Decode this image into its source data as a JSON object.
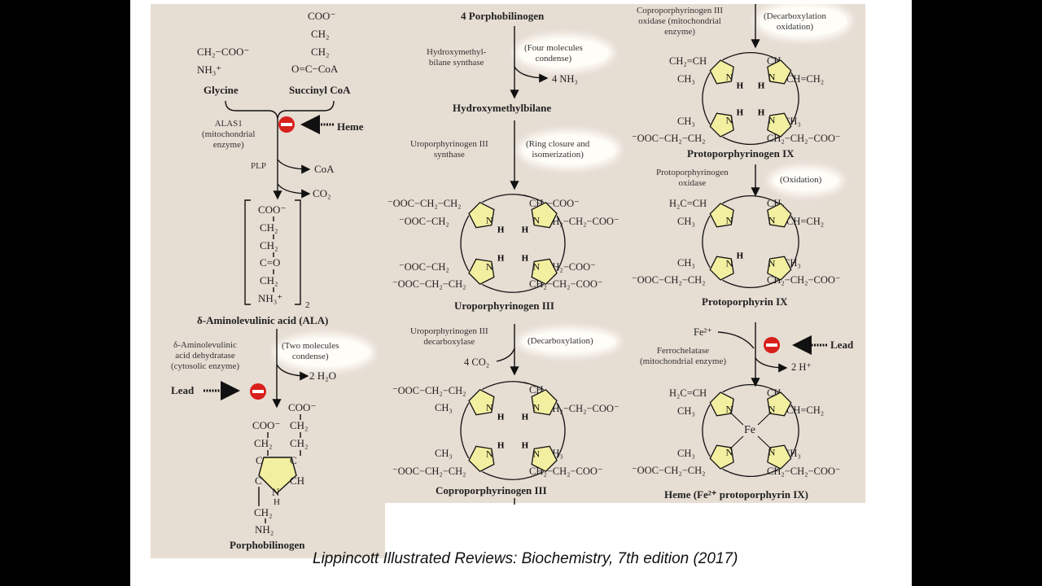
{
  "caption": "Lippincott Illustrated Reviews: Biochemistry, 7th edition (2017)",
  "col1": {
    "succ_coo": "COO⁻",
    "succ_ch2a": "CH₂",
    "succ_ch2b": "CH₂",
    "succ_coa": "O=C−CoA",
    "gly_top": "CH₂−COO⁻",
    "gly_nh3": "NH₃⁺",
    "glycine": "Glycine",
    "succinyl_coa": "Succinyl CoA",
    "alas": "ALAS1\n(mitochondrial\nenzyme)",
    "heme": "Heme",
    "plp": "PLP",
    "coa": "CoA",
    "co2": "CO₂",
    "ala_coo": "COO⁻",
    "ala_ch2a": "CH₂",
    "ala_ch2b": "CH₂",
    "ala_co": "C=O",
    "ala_ch2c": "CH₂",
    "ala_nh3": "NH₃⁺",
    "ala_sub": "2",
    "ala_name": "δ-Aminolevulinic acid (ALA)",
    "dehydratase": "δ-Aminolevulinic\nacid dehydratase\n(cytosolic enzyme)",
    "two_molecules": "(Two molecules\ncondense)",
    "h2o": "2 H₂O",
    "lead": "Lead",
    "pbg_coo_r": "COO⁻",
    "pbg_coo_l": "COO⁻",
    "pbg_ch2_l": "CH₂",
    "pbg_ch2_r1": "CH₂",
    "pbg_ch2_r2": "CH₂",
    "pbg_c1": "C",
    "pbg_c2": "C",
    "pbg_c3": "C",
    "pbg_ch": "CH",
    "pbg_n": "N",
    "pbg_h": "H",
    "pbg_ch2_b": "CH₂",
    "pbg_nh2": "NH₂",
    "porphobilinogen": "Porphobilinogen"
  },
  "col2": {
    "four_pbg": "4 Porphobilinogen",
    "hmb_synthase": "Hydroxymethyl-\nbilane synthase",
    "four_molecules": "(Four molecules\ncondense)",
    "nh3": "4 NH₃",
    "hmb": "Hydroxymethylbilane",
    "urosynthase": "Uroporphyrinogen III\nsynthase",
    "ring_closure": "(Ring closure and\nisomerization)",
    "uro_tl": "⁻OOC−CH₂−CH₂",
    "uro_tl2": "⁻OOC−CH₂",
    "uro_tr": "CH₂−COO⁻",
    "uro_tr2": "CH₂−CH₂−COO⁻",
    "uro_bl": "⁻OOC−CH₂",
    "uro_bl2": "⁻OOC−CH₂−CH₂",
    "uro_br": "CH₂−COO⁻",
    "uro_br2": "CH₂−CH₂−COO⁻",
    "uro_name": "Uroporphyrinogen III",
    "decarboxylase": "Uroporphyrinogen III\ndecarboxylase",
    "decarboxylation": "(Decarboxylation)",
    "co2": "4 CO₂",
    "copro_tl": "⁻OOC−CH₂−CH₂",
    "copro_tl2": "CH₃",
    "copro_tr": "CH₃",
    "copro_tr2": "CH₂−CH₂−COO⁻",
    "copro_bl": "CH₃",
    "copro_bl2": "⁻OOC−CH₂−CH₂",
    "copro_br": "CH₃",
    "copro_br2": "CH₂−CH₂−COO⁻",
    "copro_name": "Coproporphyrinogen III"
  },
  "col3": {
    "copro_oxidase": "Coproporphyrinogen III\noxidase (mitochondrial\nenzyme)",
    "decarb_ox": "(Decarboxylation\noxidation)",
    "pg_tl": "CH₂=CH",
    "pg_tl2": "CH₃",
    "pg_tr": "CH₃",
    "pg_tr2": "CH=CH₂",
    "pg_bl": "CH₃",
    "pg_bl2": "⁻OOC−CH₂−CH₂",
    "pg_br": "CH₃",
    "pg_br2": "CH₂−CH₂−COO⁻",
    "pg_name": "Protoporphyrinogen IX",
    "proto_oxidase": "Protoporphyrinogen\noxidase",
    "oxidation": "(Oxidation)",
    "pp_tl": "H₂C=CH",
    "pp_tl2": "CH₃",
    "pp_tr": "CH₃",
    "pp_tr2": "CH=CH₂",
    "pp_bl": "CH₃",
    "pp_bl2": "⁻OOC−CH₂−CH₂",
    "pp_br": "CH₃",
    "pp_br2": "CH₂−CH₂−COO⁻",
    "pp_name": "Protoporphyrin IX",
    "fe2": "Fe²⁺",
    "ferrochelatase": "Ferrochelatase\n(mitochondrial enzyme)",
    "lead": "Lead",
    "h_plus": "2 H⁺",
    "heme_tl": "H₂C=CH",
    "heme_tl2": "CH₃",
    "heme_tr": "CH₃",
    "heme_tr2": "CH=CH₂",
    "heme_bl": "CH₃",
    "heme_bl2": "⁻OOC−CH₂−CH₂",
    "heme_br": "CH₃",
    "heme_br2": "CH₂−CH₂−COO⁻",
    "fe": "Fe",
    "heme_name": "Heme (Fe²⁺ protoporphyrin IX)"
  },
  "ring_labels": {
    "n": "N",
    "h": "H"
  },
  "colors": {
    "panel": "#e6ddd3",
    "pyrrole": "#f3efa0",
    "inhibitor": "#d8201c",
    "bubble": "#fffdf8"
  }
}
